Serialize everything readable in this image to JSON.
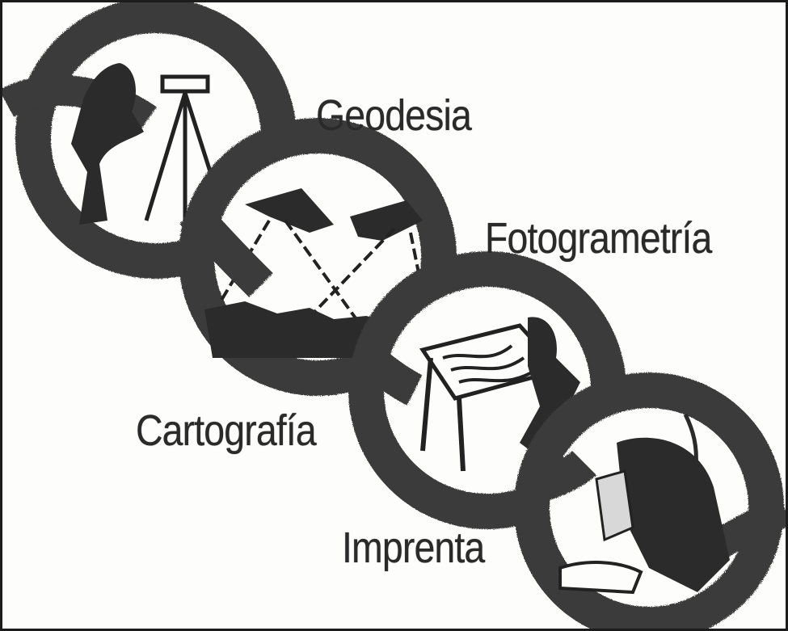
{
  "labels": {
    "geodesia": "Geodesia",
    "fotogrametria": "Fotogrametría",
    "cartografia": "Cartografía",
    "imprenta": "Imprenta"
  },
  "colors": {
    "ring": "#3a3a3a",
    "ink": "#2a2a2a",
    "paper": "#fdfdfb"
  },
  "icons": [
    "surveyor-tripod-icon",
    "aerial-camera-icon",
    "drafting-table-icon",
    "printing-press-icon"
  ]
}
